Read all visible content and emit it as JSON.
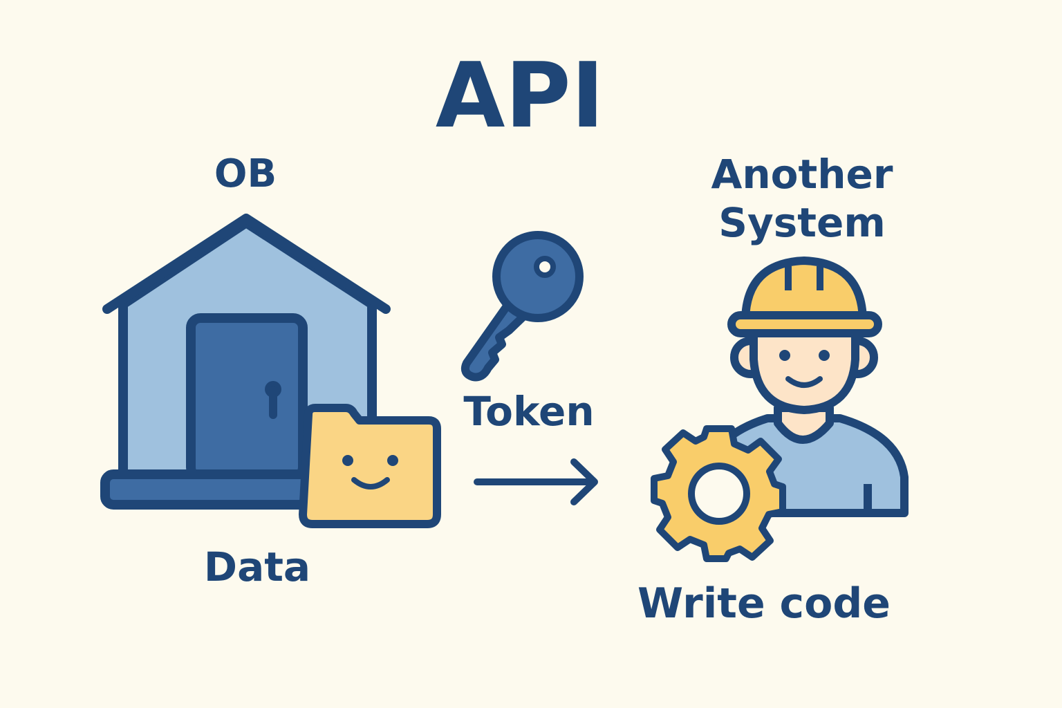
{
  "title": "API",
  "left": {
    "label_top": "OB",
    "label_bottom": "Data"
  },
  "middle": {
    "label": "Token"
  },
  "right": {
    "label_line1": "Another",
    "label_line2": "System",
    "label_bottom": "Write code"
  },
  "colors": {
    "background": "#fdfaee",
    "dark": "#1f4677",
    "light_blue": "#9fc1de",
    "mid_blue": "#3e6ca3",
    "yellow": "#f9cd6a",
    "skin": "#fde4c8"
  }
}
